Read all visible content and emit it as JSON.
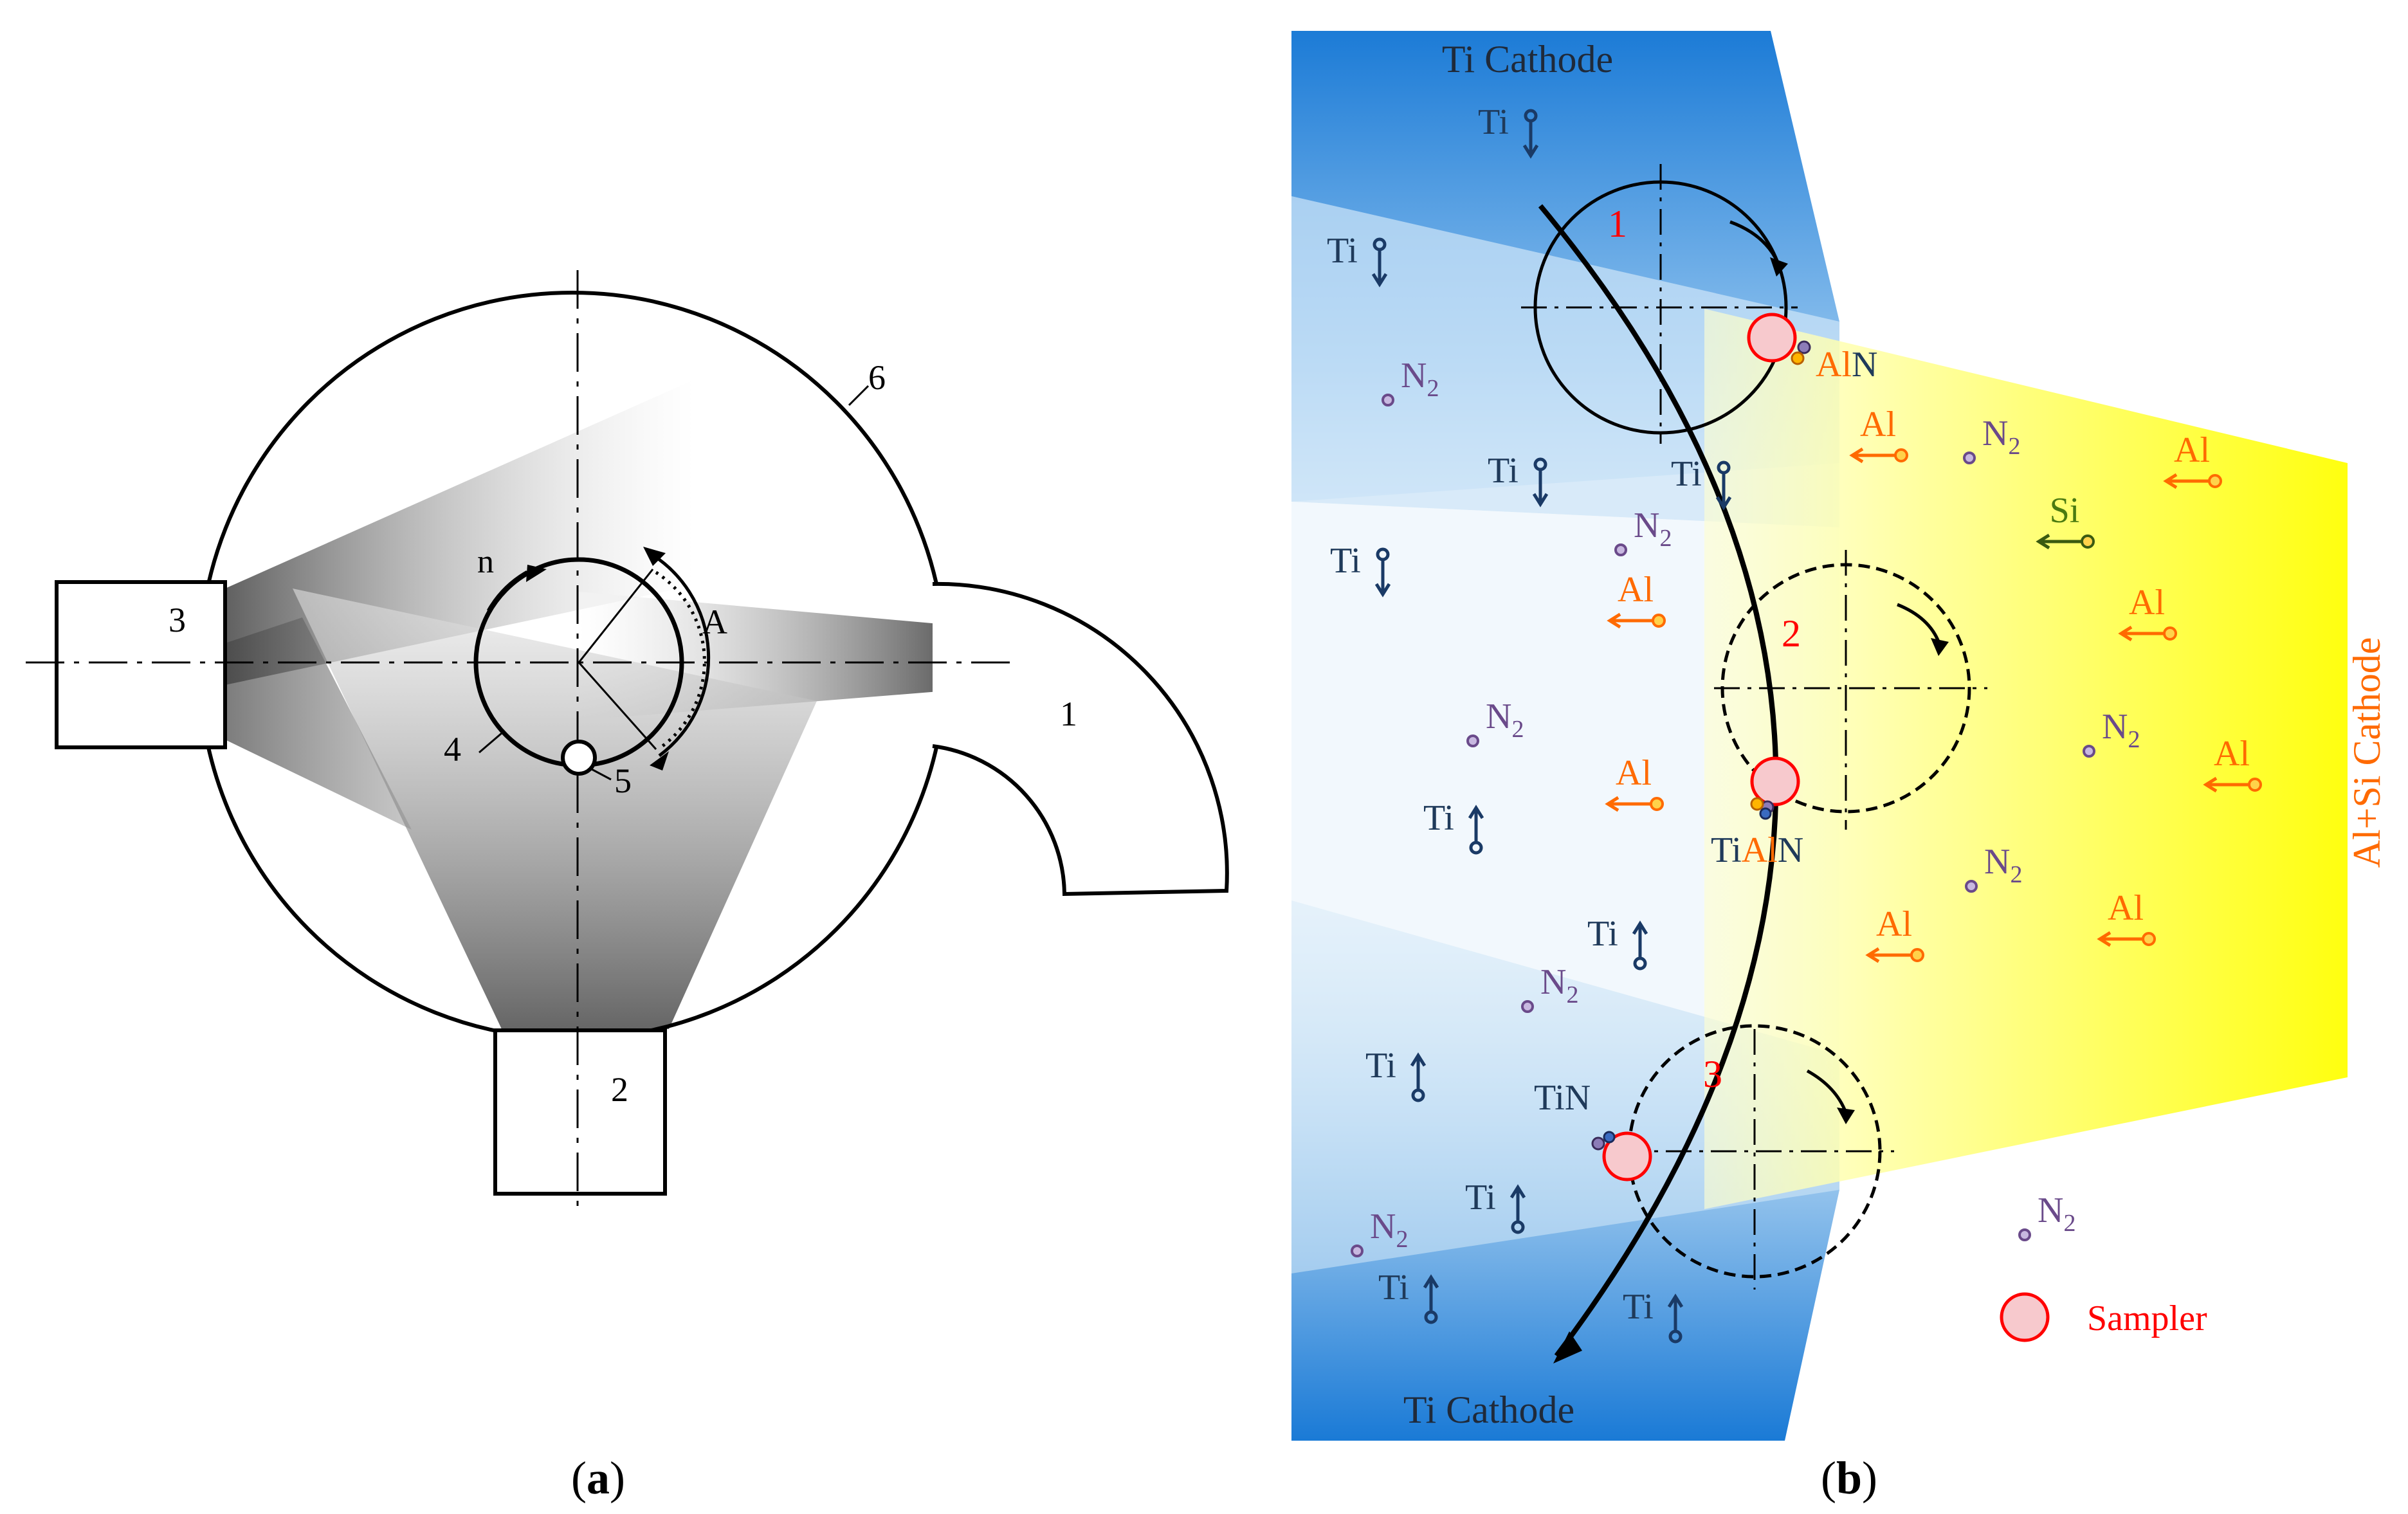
{
  "panel_a": {
    "caption_open": "(",
    "caption_letter": "a",
    "caption_close": ")",
    "labels": {
      "n1": "1",
      "n2": "2",
      "n3": "3",
      "n4": "4",
      "n5": "5",
      "n6": "6",
      "n": "n",
      "A": "A"
    }
  },
  "panel_b": {
    "caption_open": "(",
    "caption_letter": "b",
    "caption_close": ")",
    "top_cathode": "Ti Cathode",
    "bottom_cathode": "Ti Cathode",
    "right_cathode": "Al+Si Cathode",
    "positions": [
      "1",
      "2",
      "3"
    ],
    "coatings": {
      "AlN": {
        "a": "Al",
        "b": "N"
      },
      "TiAlN": {
        "a": "Ti",
        "b": "Al",
        "c": "N"
      },
      "TiN": "TiN"
    },
    "legend": {
      "sampler": "Sampler"
    },
    "species": {
      "Ti": "Ti",
      "Al": "Al",
      "Si": "Si",
      "N": "N",
      "sub2": "2"
    },
    "colors": {
      "ti_blue": "#1a7ad6",
      "al_yellow": "#ffff00",
      "al_orange": "#ff6a00",
      "ti_label": "#1f3a5a",
      "n2_purple": "#6a4a8a",
      "si_green": "#4a7a10",
      "red": "#ff0000",
      "sampler_fill": "#f7c9cd"
    }
  }
}
